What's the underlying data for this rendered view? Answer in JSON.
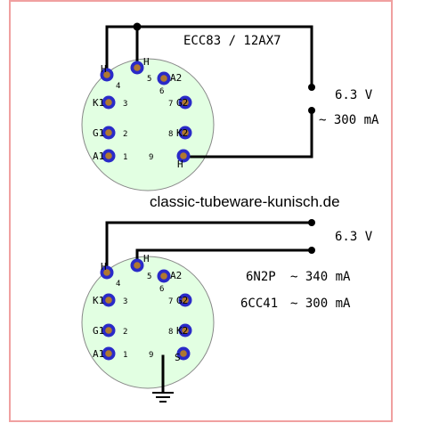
{
  "colors": {
    "border": "#f0a0a0",
    "socket_fill": "#e2ffe2",
    "pin_ring": "#2a2ac8",
    "pin_center": "#b07830",
    "wire": "#000000"
  },
  "icons": {
    "pin": "tube-socket-pin-icon",
    "ground": "ground-symbol-icon",
    "junction": "wire-junction-dot-icon",
    "switch_contact": "switch-contact-icon"
  },
  "top": {
    "tube_title": "ECC83 / 12AX7",
    "supply_voltage": "6.3 V",
    "supply_current": "~ 300 mA",
    "heater_labels": [
      "H",
      "H",
      "H"
    ],
    "pins": [
      {
        "num": "1",
        "name": "A1"
      },
      {
        "num": "2",
        "name": "G1"
      },
      {
        "num": "3",
        "name": "K1"
      },
      {
        "num": "4",
        "name": "H"
      },
      {
        "num": "5",
        "name": "H"
      },
      {
        "num": "6",
        "name": "A2"
      },
      {
        "num": "7",
        "name": "G2"
      },
      {
        "num": "8",
        "name": "K2"
      },
      {
        "num": "9",
        "name": "H"
      }
    ]
  },
  "website": "classic-tubeware-kunisch.de",
  "bottom": {
    "supply_voltage": "6.3 V",
    "tube1": "6N2P",
    "tube1_current": "~ 340 mA",
    "tube2": "6CC41",
    "tube2_current": "~ 300 mA",
    "heater_labels": [
      "H",
      "H",
      "S"
    ],
    "pins": [
      {
        "num": "1",
        "name": "A1"
      },
      {
        "num": "2",
        "name": "G1"
      },
      {
        "num": "3",
        "name": "K1"
      },
      {
        "num": "4",
        "name": "H"
      },
      {
        "num": "5",
        "name": "H"
      },
      {
        "num": "6",
        "name": "A2"
      },
      {
        "num": "7",
        "name": "G2"
      },
      {
        "num": "8",
        "name": "K2"
      },
      {
        "num": "9",
        "name": "S"
      }
    ]
  }
}
